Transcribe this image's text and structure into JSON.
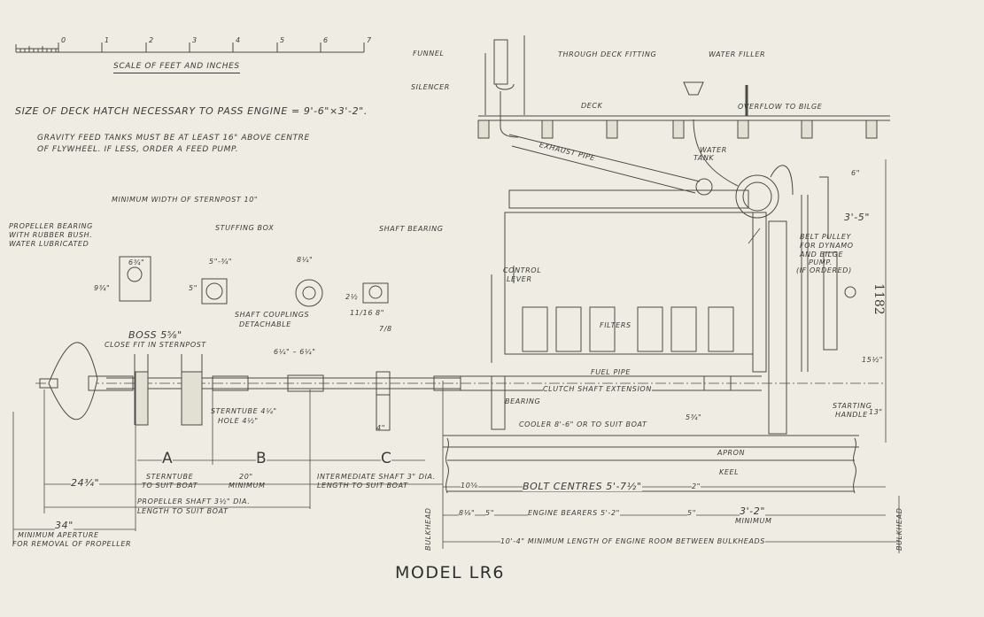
{
  "scale": {
    "ticks": [
      "0",
      "1",
      "2",
      "3",
      "4",
      "5",
      "6",
      "7"
    ],
    "label": "SCALE OF FEET AND INCHES"
  },
  "notes": {
    "deck_hatch": "SIZE OF DECK HATCH NECESSARY  TO PASS ENGINE = 9'-6\"×3'-2\".",
    "gravity_1": "GRAVITY FEED TANKS MUST BE AT LEAST 16\" ABOVE CENTRE",
    "gravity_2": "OF FLYWHEEL. IF LESS, ORDER A FEED PUMP."
  },
  "labels": {
    "funnel": "FUNNEL",
    "silencer": "SILENCER",
    "through_deck": "THROUGH DECK FITTING",
    "water_filler": "WATER FILLER",
    "deck": "DECK",
    "overflow": "OVERFLOW TO BILGE",
    "water_tank_1": "WATER",
    "water_tank_2": "TANK",
    "exhaust": "EXHAUST  PIPE",
    "belt_1": "BELT PULLEY",
    "belt_2": "FOR DYNAMO",
    "belt_3": "AND BILGE",
    "belt_4": "PUMP.",
    "belt_5": "(IF ORDERED)",
    "control_1": "CONTROL",
    "control_2": "LEVER",
    "filters": "FILTERS",
    "fuel_pipe": "FUEL PIPE",
    "clutch": "CLUTCH SHAFT EXTENSION",
    "bearing": "BEARING",
    "cooler": "COOLER 8'-6\" OR TO SUIT BOAT",
    "starting_1": "STARTING",
    "starting_2": "HANDLE",
    "apron": "APRON",
    "keel": "KEEL",
    "sternpost_width": "MINIMUM WIDTH OF STERNPOST 10\"",
    "prop_bearing_1": "PROPELLER BEARING",
    "prop_bearing_2": "WITH RUBBER BUSH.",
    "prop_bearing_3": "WATER LUBRICATED",
    "stuffing_box": "STUFFING BOX",
    "shaft_bearing": "SHAFT BEARING",
    "couplings_1": "SHAFT COUPLINGS",
    "couplings_2": "DETACHABLE",
    "boss": "BOSS 5⅝\"",
    "close_fit": "CLOSE FIT IN STERNPOST",
    "sterntube_1": "STERNTUBE 4¼\"",
    "sterntube_2": "HOLE 4½\"",
    "bulkhead": "BULKHEAD"
  },
  "dimensions": {
    "d6_3_4": "6¾\"",
    "d9_3_4": "9¾\"",
    "d5_top": "5\"-¾\"",
    "d5_side": "5\"",
    "d8_1_4": "8¼\"",
    "d2_1_2": "2½",
    "d11_16": "11/16",
    "d8": "8\"",
    "d7_8": "7/8",
    "d6_1_4": "6¼\" – 6¼\"",
    "d4": "4\"",
    "d6": "6\"",
    "d3_5": "3'-5\"",
    "d15_1_2": "15½\"",
    "d13": "13\"",
    "d5_3_4": "5¾\"",
    "A": "A",
    "B": "B",
    "C": "C",
    "d24_3_4": "24¾\"",
    "sterntube_suit_1": "STERNTUBE",
    "sterntube_suit_2": "TO SUIT BOAT",
    "d20": "20\"",
    "minimum": "MINIMUM",
    "intermediate_1": "INTERMEDIATE SHAFT 3\" DIA.",
    "intermediate_2": "LENGTH TO SUIT BOAT",
    "prop_shaft_1": "PROPELLER SHAFT 3½\" DIA.",
    "prop_shaft_2": "LENGTH TO SUIT BOAT",
    "d34": "34\"",
    "aperture_1": "MINIMUM APERTURE",
    "aperture_2": "FOR REMOVAL OF PROPELLER",
    "d10_5_8": "10⅝",
    "d8_1_8": "8⅛\"",
    "d5_a": "5\"",
    "bolt_centres": "BOLT CENTRES  5'-7½\"",
    "d2": "2\"",
    "engine_bearers": "ENGINE BEARERS 5'-2\"",
    "d5_b": "5\"",
    "d3_2": "3'-2\"",
    "d3_2_min": "MINIMUM",
    "engine_room": "10'-4\" MINIMUM LENGTH OF ENGINE ROOM BETWEEN BULKHEADS"
  },
  "title": "MODEL LR6",
  "page_number": "1182"
}
